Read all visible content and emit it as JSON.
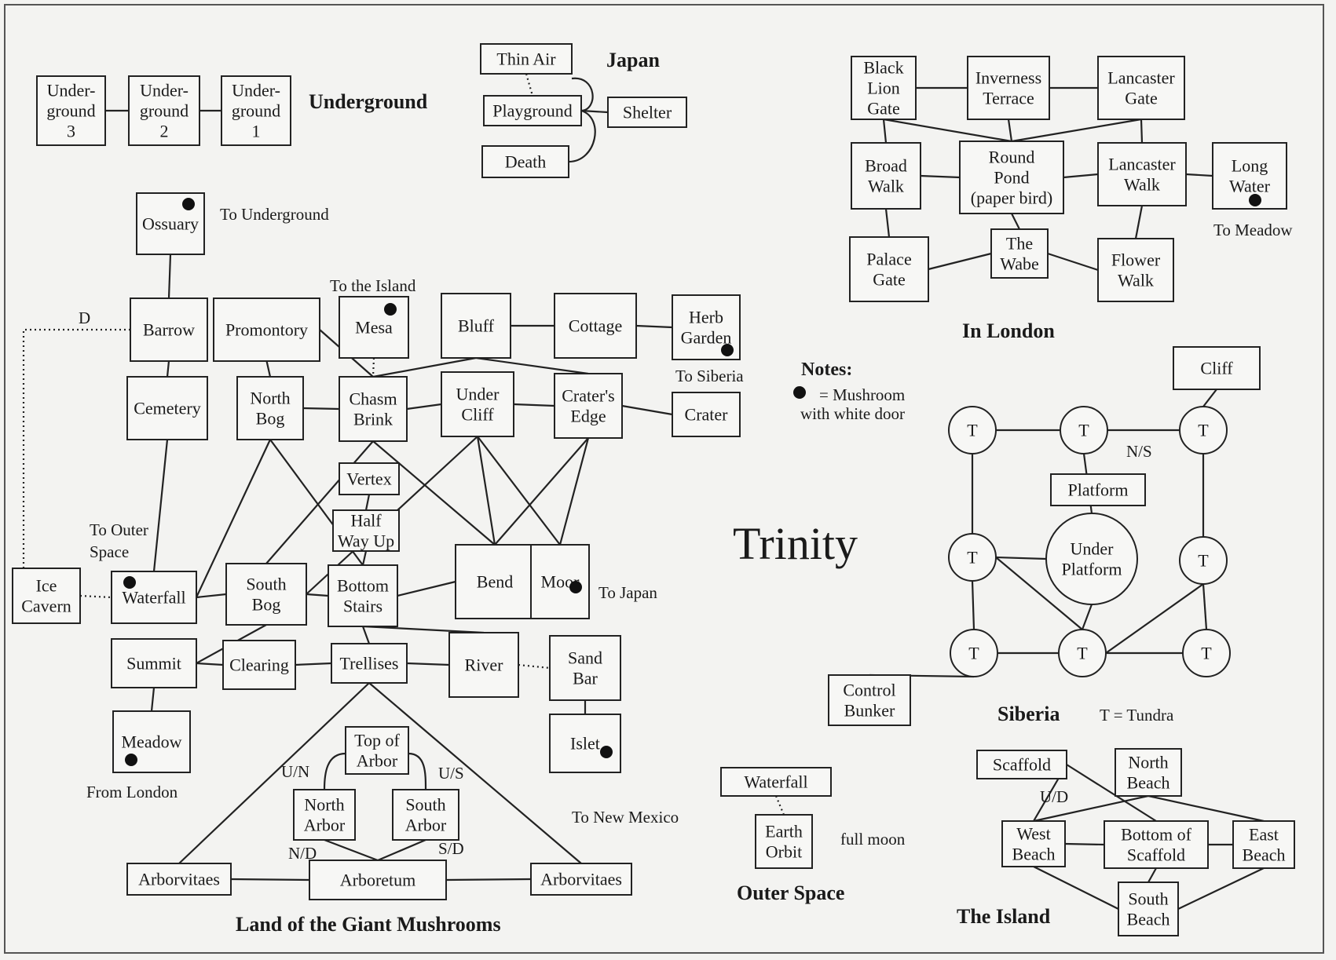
{
  "map_title": "Trinity",
  "area_titles": {
    "underground": "Underground",
    "japan": "Japan",
    "london": "In London",
    "siberia": "Siberia",
    "island": "The Island",
    "outer_space": "Outer Space",
    "mushrooms": "Land of the Giant Mushrooms"
  },
  "legend": {
    "heading": "Notes:",
    "mushroom_line1": "= Mushroom",
    "mushroom_line2": "with white door",
    "tundra": "T = Tundra"
  },
  "rooms": {
    "ug3": [
      "Under-",
      "ground",
      "3"
    ],
    "ug2": [
      "Under-",
      "ground",
      "2"
    ],
    "ug1": [
      "Under-",
      "ground",
      "1"
    ],
    "thinair": [
      "Thin Air"
    ],
    "playground": [
      "Playground"
    ],
    "shelter": [
      "Shelter"
    ],
    "death": [
      "Death"
    ],
    "ossuary": [
      "Ossuary"
    ],
    "barrow": [
      "Barrow"
    ],
    "promontory": [
      "Promontory"
    ],
    "mesa": [
      "Mesa"
    ],
    "bluff": [
      "Bluff"
    ],
    "cottage": [
      "Cottage"
    ],
    "herb": [
      "Herb",
      "Garden"
    ],
    "cemetery": [
      "Cemetery"
    ],
    "northbog": [
      "North",
      "Bog"
    ],
    "chasm": [
      "Chasm",
      "Brink"
    ],
    "undercliff": [
      "Under",
      "Cliff"
    ],
    "craters": [
      "Crater's",
      "Edge"
    ],
    "crater": [
      "Crater"
    ],
    "vertex": [
      "Vertex"
    ],
    "halfway": [
      "Half",
      "Way Up"
    ],
    "icecavern": [
      "Ice",
      "Cavern"
    ],
    "waterfall": [
      "Waterfall"
    ],
    "southbog": [
      "South",
      "Bog"
    ],
    "bottomstairs": [
      "Bottom",
      "Stairs"
    ],
    "bend": [
      "Bend"
    ],
    "moor": [
      "Moor"
    ],
    "summit": [
      "Summit"
    ],
    "clearing": [
      "Clearing"
    ],
    "trellises": [
      "Trellises"
    ],
    "river": [
      "River"
    ],
    "sandbar": [
      "Sand",
      "Bar"
    ],
    "meadow": [
      "Meadow"
    ],
    "islet": [
      "Islet"
    ],
    "topofarbor": [
      "Top of",
      "Arbor"
    ],
    "northarbor": [
      "North",
      "Arbor"
    ],
    "southarbor": [
      "South",
      "Arbor"
    ],
    "arborvitaes_l": [
      "Arborvitaes"
    ],
    "arboretum": [
      "Arboretum"
    ],
    "arborvitaes_r": [
      "Arborvitaes"
    ],
    "blacklion": [
      "Black",
      "Lion",
      "Gate"
    ],
    "inverness": [
      "Inverness",
      "Terrace"
    ],
    "lancgate": [
      "Lancaster",
      "Gate"
    ],
    "broadwalk": [
      "Broad",
      "Walk"
    ],
    "roundpond": [
      "Round",
      "Pond",
      "(paper bird)"
    ],
    "lancwalk": [
      "Lancaster",
      "Walk"
    ],
    "longwater": [
      "Long",
      "Water"
    ],
    "palacegate": [
      "Palace",
      "Gate"
    ],
    "wabe": [
      "The",
      "Wabe"
    ],
    "flowerwalk": [
      "Flower",
      "Walk"
    ],
    "cliff": [
      "Cliff"
    ],
    "platform": [
      "Platform"
    ],
    "underplatform": [
      "Under",
      "Platform"
    ],
    "controlbunker": [
      "Control",
      "Bunker"
    ],
    "waterfall_space": [
      "Waterfall"
    ],
    "earthorbit": [
      "Earth",
      "Orbit"
    ],
    "scaffold": [
      "Scaffold"
    ],
    "northbeach": [
      "North",
      "Beach"
    ],
    "westbeach": [
      "West",
      "Beach"
    ],
    "bottomscaffold": [
      "Bottom of",
      "Scaffold"
    ],
    "eastbeach": [
      "East",
      "Beach"
    ],
    "southbeach": [
      "South",
      "Beach"
    ]
  },
  "tundra_label": "T",
  "annotations": {
    "to_underground": "To Underground",
    "to_island": "To the Island",
    "to_siberia": "To Siberia",
    "to_meadow": "To Meadow",
    "d": "D",
    "to_outer_space_1": "To Outer",
    "to_outer_space_2": "Space",
    "to_japan": "To Japan",
    "from_london": "From London",
    "to_new_mexico": "To New Mexico",
    "un": "U/N",
    "us": "U/S",
    "nd": "N/D",
    "sd": "S/D",
    "ns": "N/S",
    "ud": "U/D",
    "full_moon": "full moon"
  },
  "mushroom_rooms": [
    "ossuary",
    "mesa",
    "herb",
    "waterfall",
    "moor",
    "meadow",
    "islet",
    "longwater"
  ]
}
